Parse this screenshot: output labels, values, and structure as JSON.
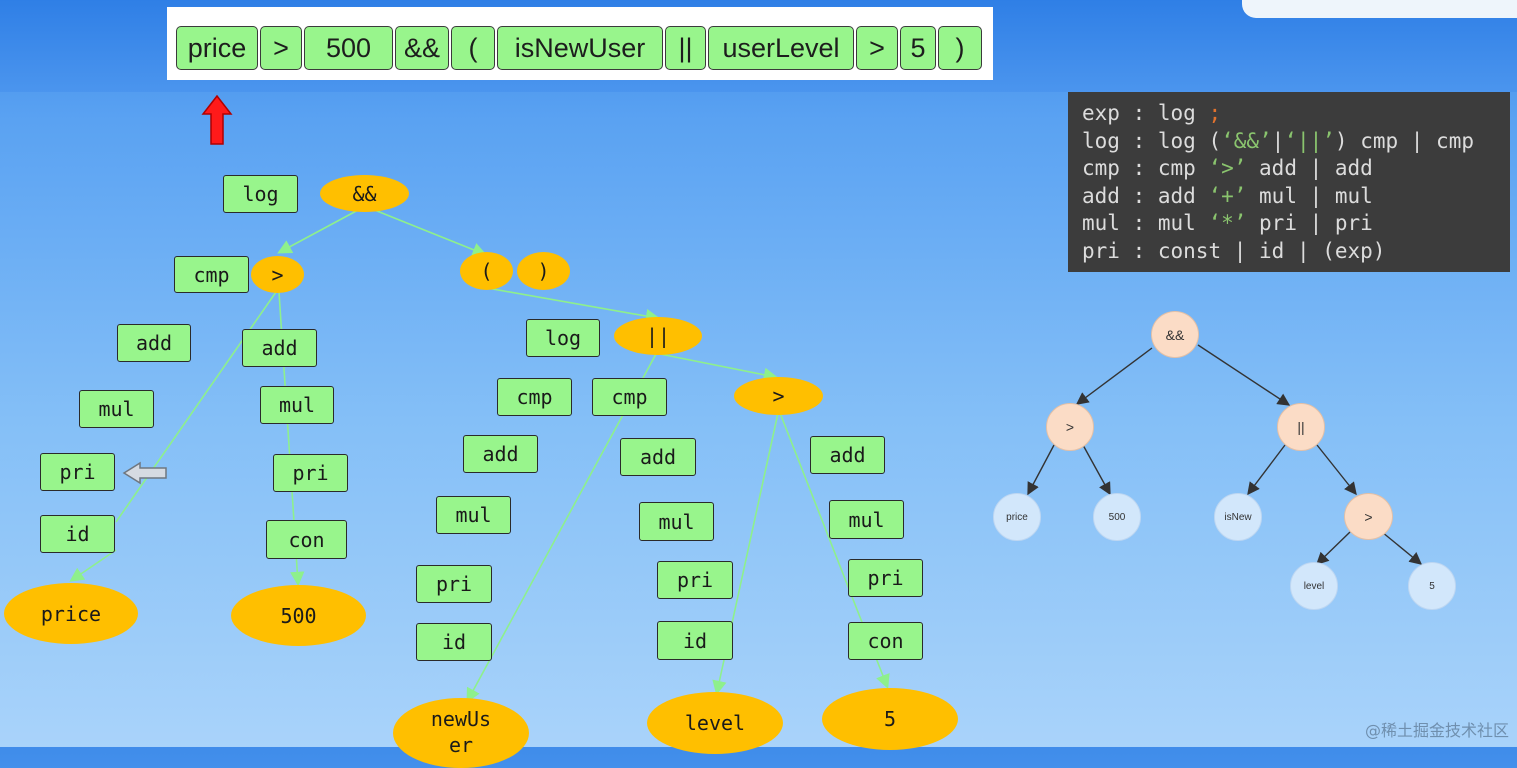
{
  "tokens": [
    "price",
    ">",
    "500",
    "&&",
    "(",
    "isNewUser",
    "||",
    "userLevel",
    ">",
    "5",
    ")"
  ],
  "parse_tree": {
    "boxes": {
      "log_1": "log",
      "cmp_1": "cmp",
      "add_1": "add",
      "mul_1": "mul",
      "pri_1": "pri",
      "id_1": "id",
      "add_2": "add",
      "mul_2": "mul",
      "pri_2": "pri",
      "con_2": "con",
      "log_2": "log",
      "cmp_3": "cmp",
      "add_3": "add",
      "mul_3": "mul",
      "pri_3": "pri",
      "id_3": "id",
      "cmp_4": "cmp",
      "add_4": "add",
      "mul_4": "mul",
      "pri_4": "pri",
      "id_4": "id",
      "add_5": "add",
      "mul_5": "mul",
      "pri_5": "pri",
      "con_5": "con"
    },
    "ellipses": {
      "and": "&&",
      "gt_1": ">",
      "lparen": "(",
      "rparen": ")",
      "or": "||",
      "gt_2": ">",
      "price": "price",
      "v500": "500",
      "newuser": "newUs\ner",
      "level": "level",
      "v5": "5"
    }
  },
  "grammar": [
    {
      "lhs": "exp",
      "rhs": [
        {
          "t": "log "
        },
        {
          "t": ";",
          "k": "semi"
        }
      ]
    },
    {
      "lhs": "log",
      "rhs": [
        {
          "t": "log ("
        },
        {
          "t": "‘&&’",
          "k": "tok"
        },
        {
          "t": "|"
        },
        {
          "t": "‘||’",
          "k": "tok"
        },
        {
          "t": ") cmp | cmp"
        }
      ]
    },
    {
      "lhs": "cmp",
      "rhs": [
        {
          "t": "cmp "
        },
        {
          "t": "‘>’",
          "k": "tok"
        },
        {
          "t": " add | add"
        }
      ]
    },
    {
      "lhs": "add",
      "rhs": [
        {
          "t": "add "
        },
        {
          "t": "‘+’",
          "k": "tok"
        },
        {
          "t": " mul | mul"
        }
      ]
    },
    {
      "lhs": "mul",
      "rhs": [
        {
          "t": "mul "
        },
        {
          "t": "‘*’",
          "k": "tok"
        },
        {
          "t": " pri | pri"
        }
      ]
    },
    {
      "lhs": "pri",
      "rhs": [
        {
          "t": "const | id | (exp)"
        }
      ]
    }
  ],
  "ast": {
    "root": "&&",
    "gt": ">",
    "or": "||",
    "gt2": ">",
    "price": "price",
    "v500": "500",
    "isnew": "isNew",
    "level": "level",
    "v5": "5"
  },
  "colors": {
    "box_fill": "#98f58c",
    "ellipse_fill": "#ffbf00",
    "edge": "#8ef08c",
    "ast_op_fill": "#fbdcc6",
    "ast_leaf_fill": "#d2e7fb",
    "grammar_bg": "#3c3c3c"
  },
  "watermark": "@稀土掘金技术社区"
}
